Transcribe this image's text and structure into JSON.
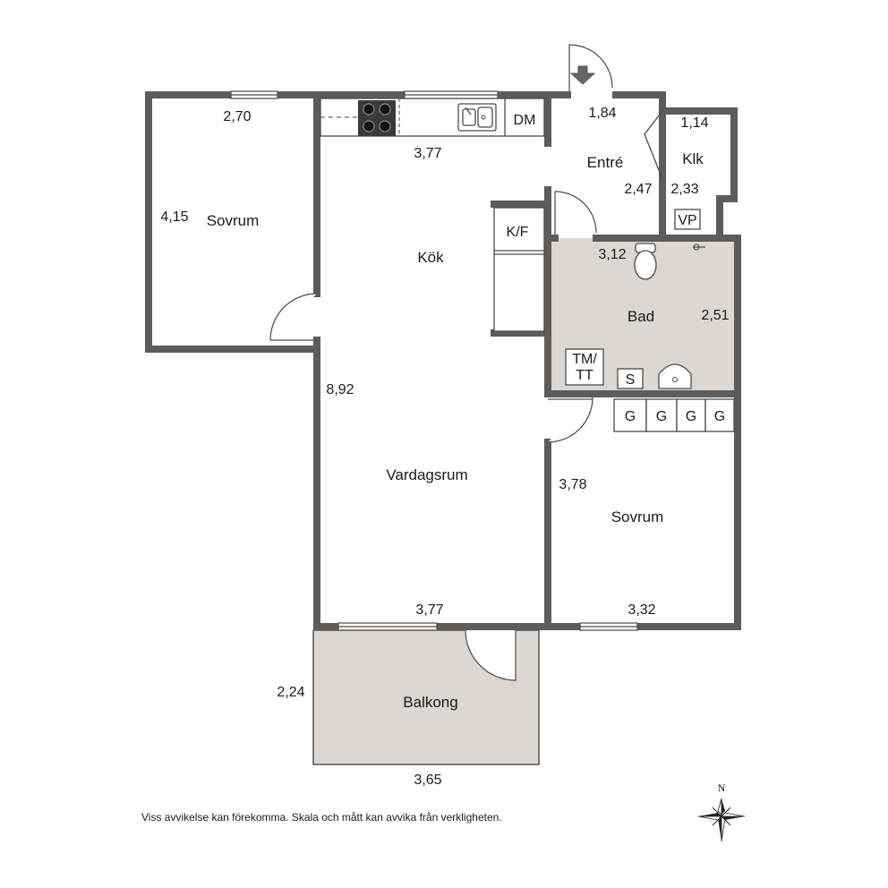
{
  "rooms": {
    "sovrum_left": "Sovrum",
    "kok": "Kök",
    "entre": "Entré",
    "klk": "Klk",
    "bad": "Bad",
    "vardagsrum": "Vardagsrum",
    "sovrum_right": "Sovrum",
    "balkong": "Balkong"
  },
  "dimensions": {
    "sovrum_left_width": "2,70",
    "sovrum_left_depth": "4,15",
    "kok_width": "3,77",
    "entre_width": "1,84",
    "entre_depth": "2,47",
    "klk_width": "1,14",
    "klk_depth": "2,33",
    "bad_width": "3,12",
    "bad_depth": "2,51",
    "vardagsrum_depth": "8,92",
    "vardagsrum_width": "3,77",
    "sovrum_right_depth": "3,78",
    "sovrum_right_width": "3,32",
    "balkong_depth": "2,24",
    "balkong_width": "3,65"
  },
  "fixtures": {
    "dm": "DM",
    "kf": "K/F",
    "vp": "VP",
    "tm_line1": "TM/",
    "tm_line2": "TT",
    "s": "S",
    "g": [
      "G",
      "G",
      "G",
      "G"
    ]
  },
  "compass": {
    "north": "N"
  },
  "disclaimer": "Viss avvikelse kan förekomma. Skala och mått kan avvika från verkligheten.",
  "colors": {
    "wall": "#5c5c5c",
    "tiled_floor": "#dcd7d3",
    "background": "#ffffff"
  }
}
